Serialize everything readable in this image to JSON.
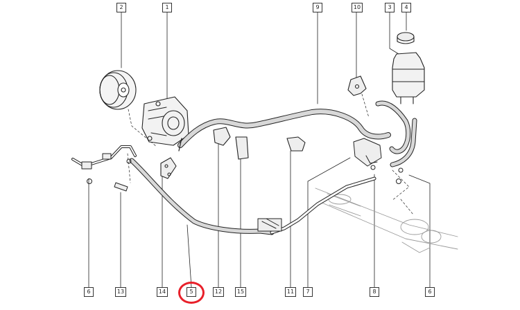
{
  "diagram": {
    "callouts": [
      {
        "id": "c2",
        "label": "2"
      },
      {
        "id": "c1",
        "label": "1"
      },
      {
        "id": "c9",
        "label": "9"
      },
      {
        "id": "c10",
        "label": "10"
      },
      {
        "id": "c3",
        "label": "3"
      },
      {
        "id": "c4",
        "label": "4"
      },
      {
        "id": "c6a",
        "label": "6"
      },
      {
        "id": "c13",
        "label": "13"
      },
      {
        "id": "c14",
        "label": "14"
      },
      {
        "id": "c5",
        "label": "5"
      },
      {
        "id": "c12",
        "label": "12"
      },
      {
        "id": "c15",
        "label": "15"
      },
      {
        "id": "c11",
        "label": "11"
      },
      {
        "id": "c7",
        "label": "7"
      },
      {
        "id": "c8",
        "label": "8"
      },
      {
        "id": "c6b",
        "label": "6"
      }
    ],
    "highlighted_callout": "5",
    "colors": {
      "line": "#222222",
      "highlight": "#e8202a",
      "hose_fill": "#d8d8d8",
      "background": "#ffffff"
    }
  }
}
